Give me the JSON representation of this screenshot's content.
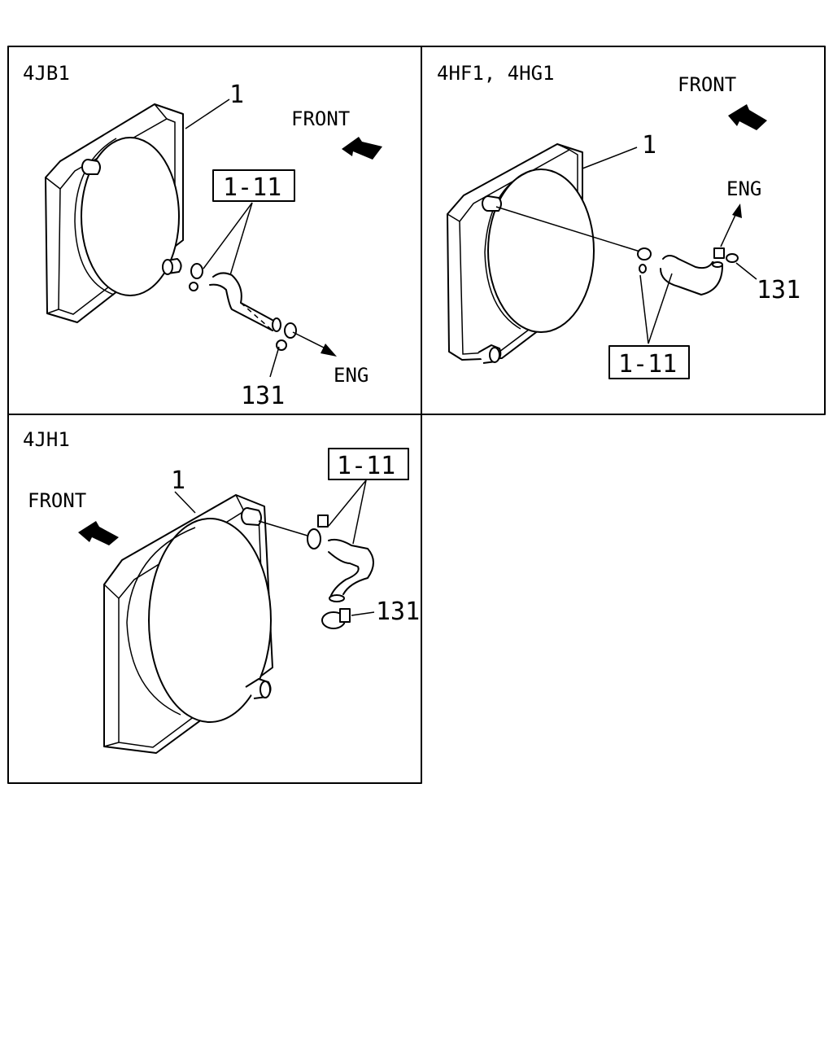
{
  "panels": {
    "jb1": {
      "model": "4JB1",
      "callout_radiator": "1",
      "callout_hose_box": "1-11",
      "callout_clamp": "131",
      "front": "FRONT",
      "eng": "ENG"
    },
    "hf1": {
      "model": "4HF1, 4HG1",
      "callout_radiator": "1",
      "callout_hose_box": "1-11",
      "callout_clamp": "131",
      "front": "FRONT",
      "eng": "ENG"
    },
    "jh1": {
      "model": "4JH1",
      "callout_radiator": "1",
      "callout_hose_box": "1-11",
      "callout_clamp": "131",
      "front": "FRONT"
    }
  },
  "colors": {
    "line": "#000000",
    "background": "#ffffff"
  }
}
